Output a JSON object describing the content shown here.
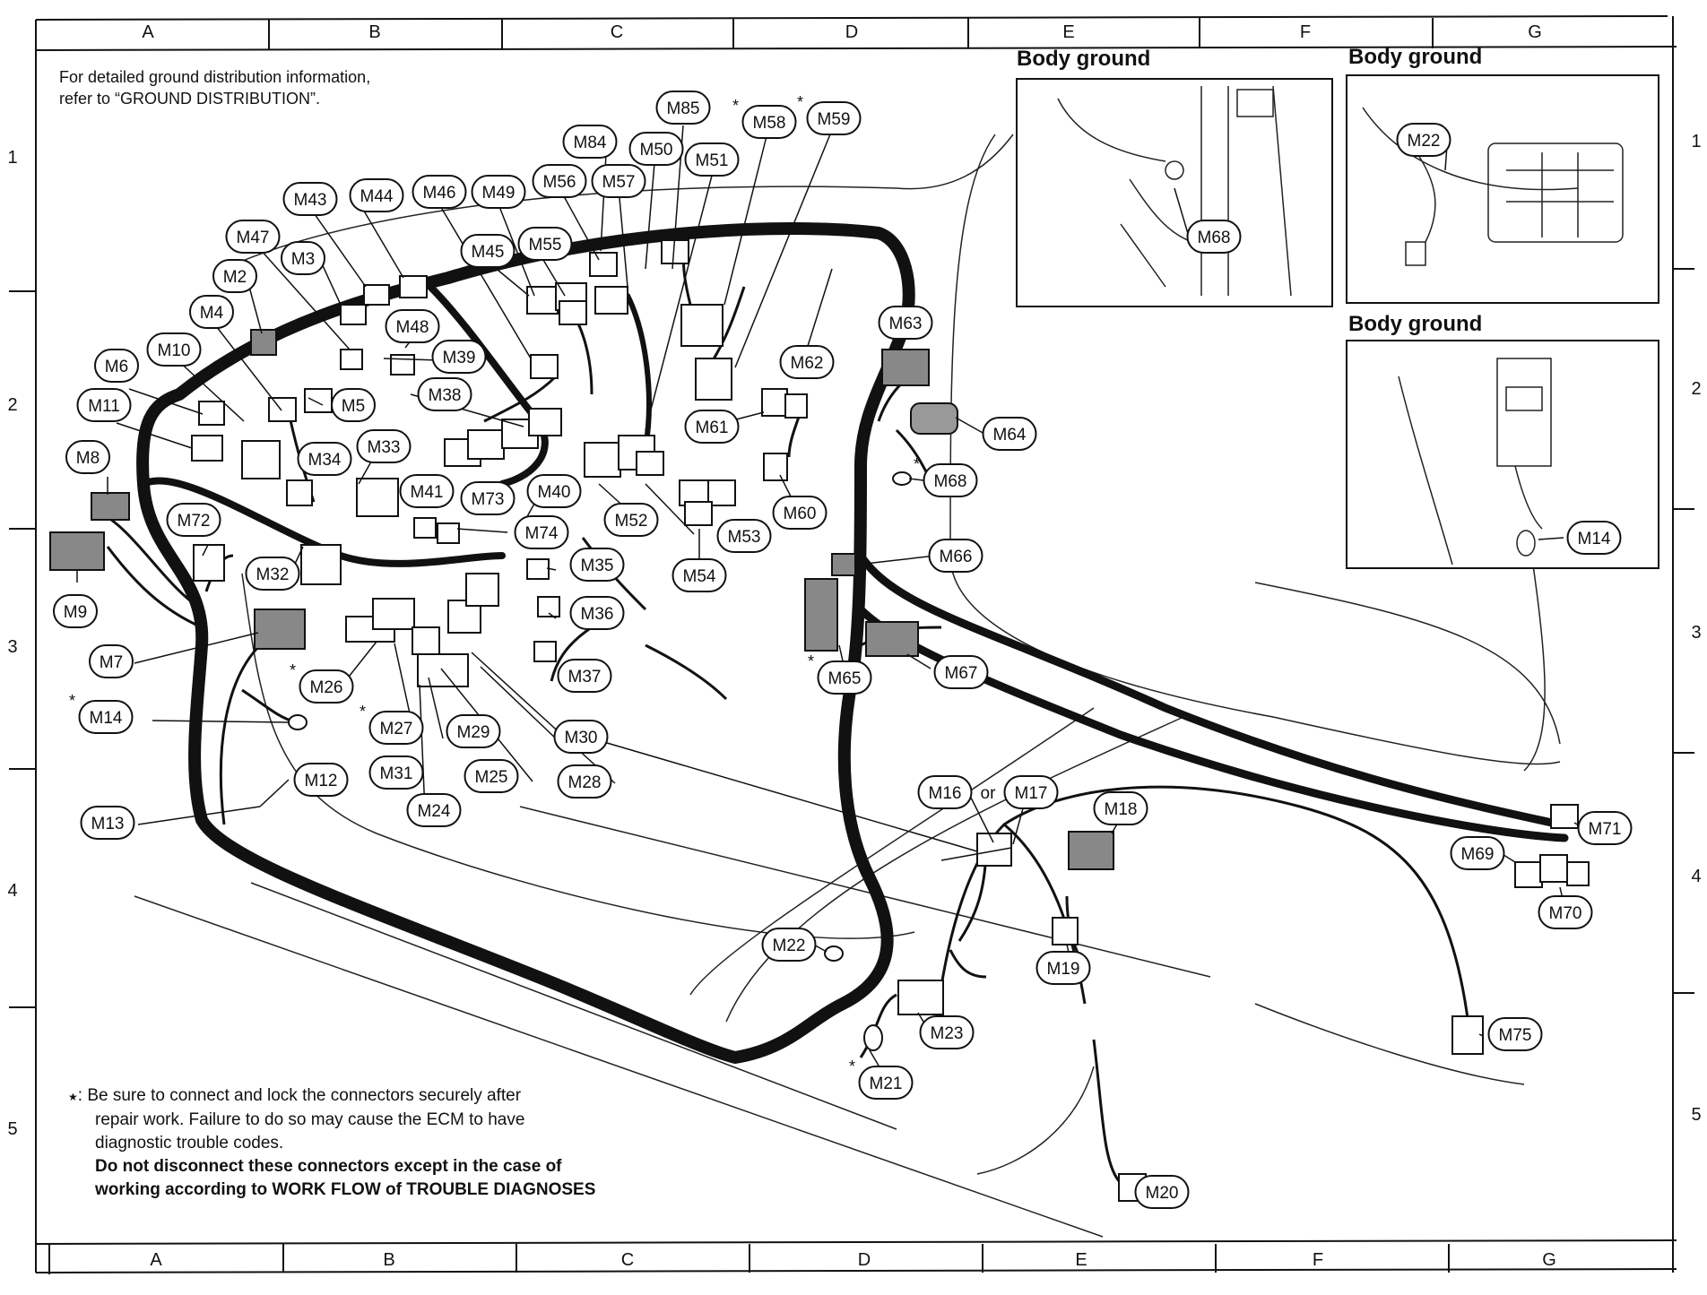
{
  "grid": {
    "columns": [
      "A",
      "B",
      "C",
      "D",
      "E",
      "F",
      "G"
    ],
    "rows": [
      "1",
      "2",
      "3",
      "4",
      "5"
    ]
  },
  "header_note": {
    "line1": "For detailed ground distribution information,",
    "line2": "refer to “GROUND DISTRIBUTION”."
  },
  "insets": [
    {
      "title": "Body ground",
      "label": "M68"
    },
    {
      "title": "Body ground",
      "label": "M22"
    },
    {
      "title": "Body ground",
      "label": "M14"
    }
  ],
  "footer_note": {
    "star": "★",
    "line1": ": Be sure to connect and lock the connectors securely after",
    "line2": "repair work. Failure to do so may cause the ECM to have",
    "line3": "diagnostic trouble codes.",
    "line4": "Do not disconnect these connectors except in the case of",
    "line5": "working according to WORK FLOW of TROUBLE DIAGNOSES"
  },
  "or_word": "or",
  "star_mark": "*",
  "connectors": [
    {
      "id": "M85",
      "star": false
    },
    {
      "id": "M58",
      "star": true
    },
    {
      "id": "M59",
      "star": true
    },
    {
      "id": "M84",
      "star": false
    },
    {
      "id": "M50",
      "star": false
    },
    {
      "id": "M51",
      "star": false
    },
    {
      "id": "M56",
      "star": false
    },
    {
      "id": "M57",
      "star": false
    },
    {
      "id": "M43",
      "star": false
    },
    {
      "id": "M44",
      "star": false
    },
    {
      "id": "M46",
      "star": false
    },
    {
      "id": "M49",
      "star": false
    },
    {
      "id": "M47",
      "star": false
    },
    {
      "id": "M3",
      "star": false
    },
    {
      "id": "M45",
      "star": false
    },
    {
      "id": "M55",
      "star": false
    },
    {
      "id": "M2",
      "star": false
    },
    {
      "id": "M48",
      "star": false
    },
    {
      "id": "M4",
      "star": false
    },
    {
      "id": "M39",
      "star": false
    },
    {
      "id": "M10",
      "star": false
    },
    {
      "id": "M6",
      "star": false
    },
    {
      "id": "M38",
      "star": false
    },
    {
      "id": "M5",
      "star": false
    },
    {
      "id": "M11",
      "star": false
    },
    {
      "id": "M33",
      "star": false
    },
    {
      "id": "M34",
      "star": false
    },
    {
      "id": "M41",
      "star": false
    },
    {
      "id": "M73",
      "star": false
    },
    {
      "id": "M40",
      "star": false
    },
    {
      "id": "M8",
      "star": false
    },
    {
      "id": "M74",
      "star": false
    },
    {
      "id": "M72",
      "star": false
    },
    {
      "id": "M32",
      "star": false
    },
    {
      "id": "M35",
      "star": false
    },
    {
      "id": "M9",
      "star": false
    },
    {
      "id": "M36",
      "star": false
    },
    {
      "id": "M7",
      "star": false
    },
    {
      "id": "M37",
      "star": false
    },
    {
      "id": "M26",
      "star": true
    },
    {
      "id": "M14",
      "star": true
    },
    {
      "id": "M27",
      "star": true
    },
    {
      "id": "M29",
      "star": false
    },
    {
      "id": "M30",
      "star": false
    },
    {
      "id": "M31",
      "star": false
    },
    {
      "id": "M25",
      "star": false
    },
    {
      "id": "M28",
      "star": false
    },
    {
      "id": "M12",
      "star": false
    },
    {
      "id": "M24",
      "star": false
    },
    {
      "id": "M13",
      "star": false
    },
    {
      "id": "M52",
      "star": false
    },
    {
      "id": "M53",
      "star": false
    },
    {
      "id": "M54",
      "star": false
    },
    {
      "id": "M61",
      "star": false
    },
    {
      "id": "M62",
      "star": false
    },
    {
      "id": "M60",
      "star": false
    },
    {
      "id": "M63",
      "star": false
    },
    {
      "id": "M64",
      "star": false
    },
    {
      "id": "M68",
      "star": true
    },
    {
      "id": "M66",
      "star": false
    },
    {
      "id": "M65",
      "star": true
    },
    {
      "id": "M67",
      "star": true
    },
    {
      "id": "M16",
      "star": false
    },
    {
      "id": "M17",
      "star": false
    },
    {
      "id": "M18",
      "star": false
    },
    {
      "id": "M71",
      "star": false
    },
    {
      "id": "M69",
      "star": false
    },
    {
      "id": "M70",
      "star": false
    },
    {
      "id": "M22",
      "star": false
    },
    {
      "id": "M19",
      "star": false
    },
    {
      "id": "M23",
      "star": false
    },
    {
      "id": "M75",
      "star": false
    },
    {
      "id": "M21",
      "star": true
    },
    {
      "id": "M20",
      "star": false
    }
  ]
}
